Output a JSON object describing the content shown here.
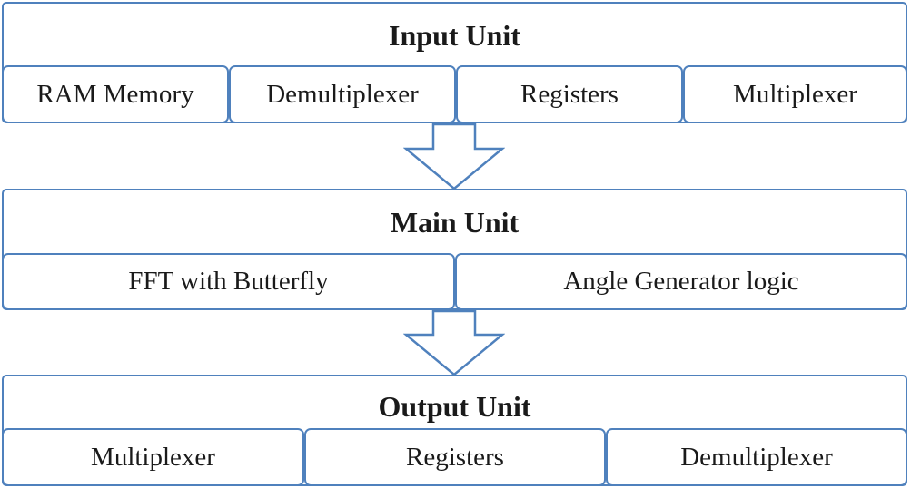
{
  "input_unit": {
    "title": "Input Unit",
    "components": [
      "RAM Memory",
      "Demultiplexer",
      "Registers",
      "Multiplexer"
    ]
  },
  "main_unit": {
    "title": "Main Unit",
    "components": [
      "FFT with Butterfly",
      "Angle Generator logic"
    ]
  },
  "output_unit": {
    "title": "Output Unit",
    "components": [
      "Multiplexer",
      "Registers",
      "Demultiplexer"
    ]
  },
  "colors": {
    "border": "#4f81bd",
    "text": "#1a1a1a",
    "background": "#ffffff"
  }
}
